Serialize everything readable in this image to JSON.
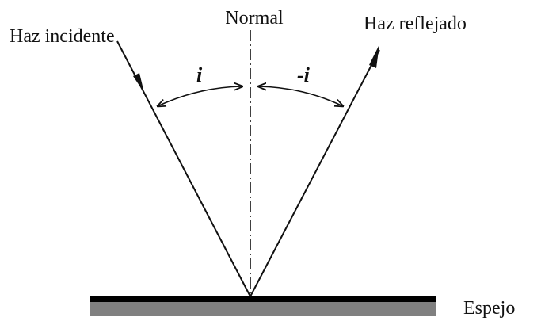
{
  "labels": {
    "normal": "Normal",
    "incident": "Haz incidente",
    "reflected": "Haz reflejado",
    "mirror": "Espejo",
    "angle_incident": "i",
    "angle_reflected": "-i"
  },
  "colors": {
    "line": "#111111",
    "mirror_top": "#000000",
    "mirror_body": "#808080"
  }
}
